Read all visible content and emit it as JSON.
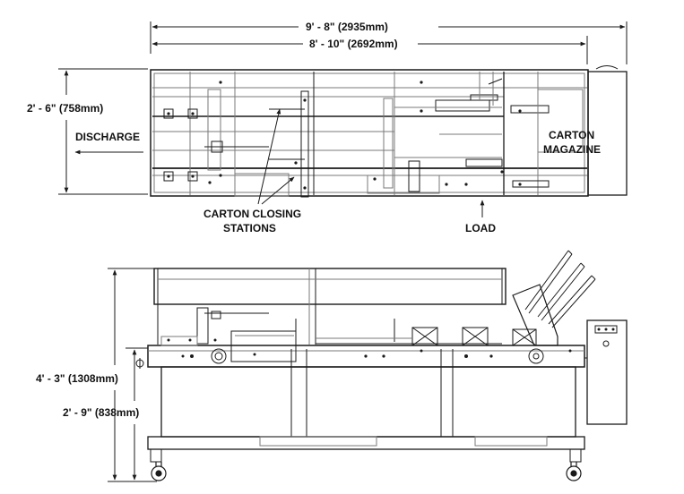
{
  "dimensions": {
    "overall_length": "9' - 8\" (2935mm)",
    "frame_length": "8' - 10\" (2692mm)",
    "width": "2' - 6\" (758mm)",
    "overall_height": "4' - 3\" (1308mm)",
    "table_height": "2' - 9\" (838mm)"
  },
  "labels": {
    "discharge": "DISCHARGE",
    "carton_magazine_line1": "CARTON",
    "carton_magazine_line2": "MAGAZINE",
    "closing_line1": "CARTON CLOSING",
    "closing_line2": "STATIONS",
    "load": "LOAD"
  },
  "colors": {
    "line": "#1a1a1a",
    "light": "#7a7a7a",
    "background": "#ffffff"
  }
}
